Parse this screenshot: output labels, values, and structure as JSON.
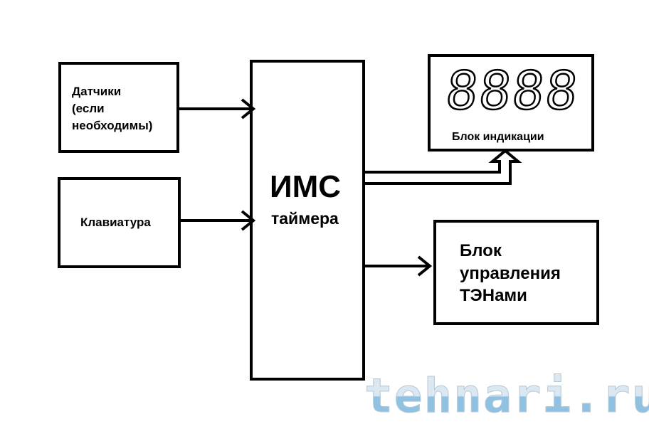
{
  "sensors": {
    "lines": [
      "Датчики",
      "(если",
      "необходимы)"
    ]
  },
  "keyboard": {
    "label": "Клавиатура"
  },
  "ims": {
    "title": "ИМС",
    "subtitle": "таймера"
  },
  "indication": {
    "display": "8888",
    "label": "Блок индикации"
  },
  "heater": {
    "lines": [
      "Блок",
      "управления",
      "ТЭНами"
    ]
  },
  "watermark": "tehnari.ru"
}
